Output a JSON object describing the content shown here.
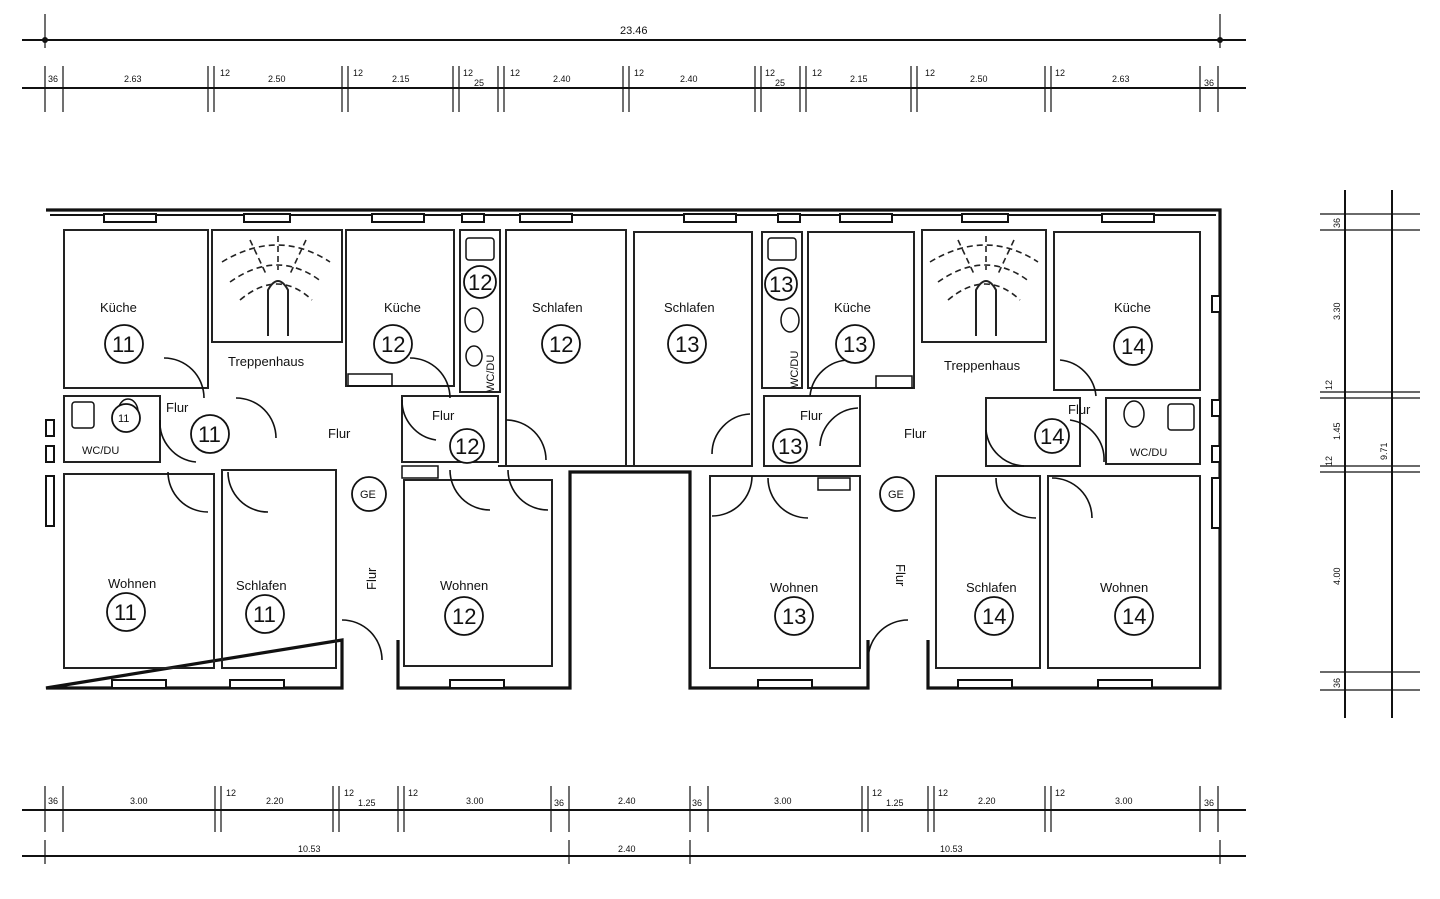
{
  "dimensions": {
    "top_total": "23.46",
    "top_segments": [
      "36",
      "2.63",
      "12",
      "2.50",
      "12",
      "2.15",
      "12",
      "25",
      "12",
      "2.40",
      "12",
      "2.40",
      "12",
      "25",
      "12",
      "2.15",
      "12",
      "2.50",
      "12",
      "2.63",
      "36"
    ],
    "right_segments": [
      "36",
      "3.30",
      "12",
      "1.45",
      "12",
      "4.00",
      "36"
    ],
    "right_total": "9.71",
    "bottom_segments": [
      "36",
      "3.00",
      "12",
      "2.20",
      "12",
      "1.25",
      "12",
      "3.00",
      "36",
      "2.40",
      "36",
      "3.00",
      "12",
      "1.25",
      "12",
      "2.20",
      "12",
      "3.00",
      "36"
    ],
    "bottom_totals": [
      "10.53",
      "2.40",
      "10.53"
    ]
  },
  "rooms": {
    "kueche_11": "Küche",
    "unit_11a": "11",
    "treppenhaus_left": "Treppenhaus",
    "kueche_12": "Küche",
    "unit_12a": "12",
    "bath_12_num": "12",
    "wcdu_12": "WC/DU",
    "schlafen_12": "Schlafen",
    "unit_12b": "12",
    "schlafen_13": "Schlafen",
    "unit_13a": "13",
    "bath_13_num": "13",
    "wcdu_13": "WC/DU",
    "kueche_13": "Küche",
    "unit_13b": "13",
    "treppenhaus_right": "Treppenhaus",
    "kueche_14": "Küche",
    "unit_14a": "14",
    "wc_11_num": "11",
    "wcdu_11": "WC/DU",
    "flur_11": "Flur",
    "unit_11b": "11",
    "flur_center_left": "Flur",
    "flur_12": "Flur",
    "unit_12c": "12",
    "flur_13": "Flur",
    "unit_13c": "13",
    "flur_center_right": "Flur",
    "flur_14": "Flur",
    "unit_14b": "14",
    "wcdu_14": "WC/DU",
    "ge_left": "GE",
    "ge_right": "GE",
    "flur_vert_left": "Flur",
    "flur_vert_right": "Flur",
    "wohnen_11": "Wohnen",
    "unit_11c": "11",
    "schlafen_11": "Schlafen",
    "unit_11d": "11",
    "wohnen_12": "Wohnen",
    "unit_12d": "12",
    "wohnen_13": "Wohnen",
    "unit_13d": "13",
    "schlafen_14": "Schlafen",
    "unit_14c": "14",
    "wohnen_14": "Wohnen",
    "unit_14d": "14"
  }
}
